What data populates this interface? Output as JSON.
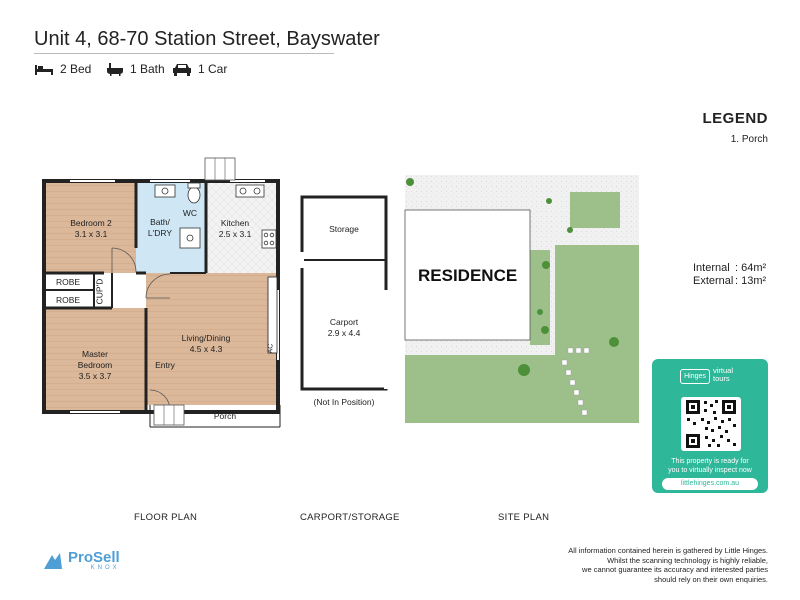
{
  "title": "Unit 4, 68-70 Station Street, Bayswater",
  "features": [
    {
      "label": "2 Bed",
      "icon": "bed-icon"
    },
    {
      "label": "1 Bath",
      "icon": "bath-icon"
    },
    {
      "label": "1 Car",
      "icon": "car-icon"
    }
  ],
  "legend": {
    "heading": "LEGEND",
    "item": "1. Porch"
  },
  "areas": {
    "internal_label": "Internal",
    "internal_value": ": 64m²",
    "external_label": "External",
    "external_value": ": 13m²"
  },
  "floor_plan": {
    "bedroom2": "Bedroom 2",
    "bedroom2_size": "3.1 x 3.1",
    "bath": "Bath/\nL'DRY",
    "wc": "WC",
    "kitchen": "Kitchen",
    "kitchen_size": "2.5 x 3.1",
    "robe1": "ROBE",
    "robe2": "ROBE",
    "cupd": "CUP'D",
    "living": "Living/Dining",
    "living_size": "4.5 x 4.3",
    "master": "Master\nBedroom",
    "master_size": "3.5 x 3.7",
    "entry": "Entry",
    "porch": "Porch",
    "ac": "AC"
  },
  "carport": {
    "storage": "Storage",
    "carport": "Carport",
    "carport_size": "2.9 x 4.4",
    "note": "(Not In Position)"
  },
  "site": {
    "residence": "RESIDENCE"
  },
  "captions": {
    "floor": "FLOOR PLAN",
    "carport": "CARPORT/STORAGE",
    "site": "SITE PLAN"
  },
  "qr": {
    "brand": "Hinges",
    "brand_sub": "virtual\ntours",
    "text": "This property is ready for\nyou to virtually inspect now",
    "url": "littlehinges.com.au"
  },
  "prosell": {
    "name": "ProSell",
    "sub": "KNOX"
  },
  "disclaimer": "All information contained herein is gathered by Little Hinges.\nWhilst the scanning technology is highly reliable,\nwe cannot guarantee its accuracy and interested parties\nshould rely on their own enquiries.",
  "colors": {
    "wood": "#dcb89a",
    "bath": "#cfe6f5",
    "tile": "#f2f2f2",
    "grass": "#9dc08b",
    "gravel": "#f0f0f0",
    "qr_green": "#2fb79a",
    "prosell_blue": "#4f9fd6"
  }
}
